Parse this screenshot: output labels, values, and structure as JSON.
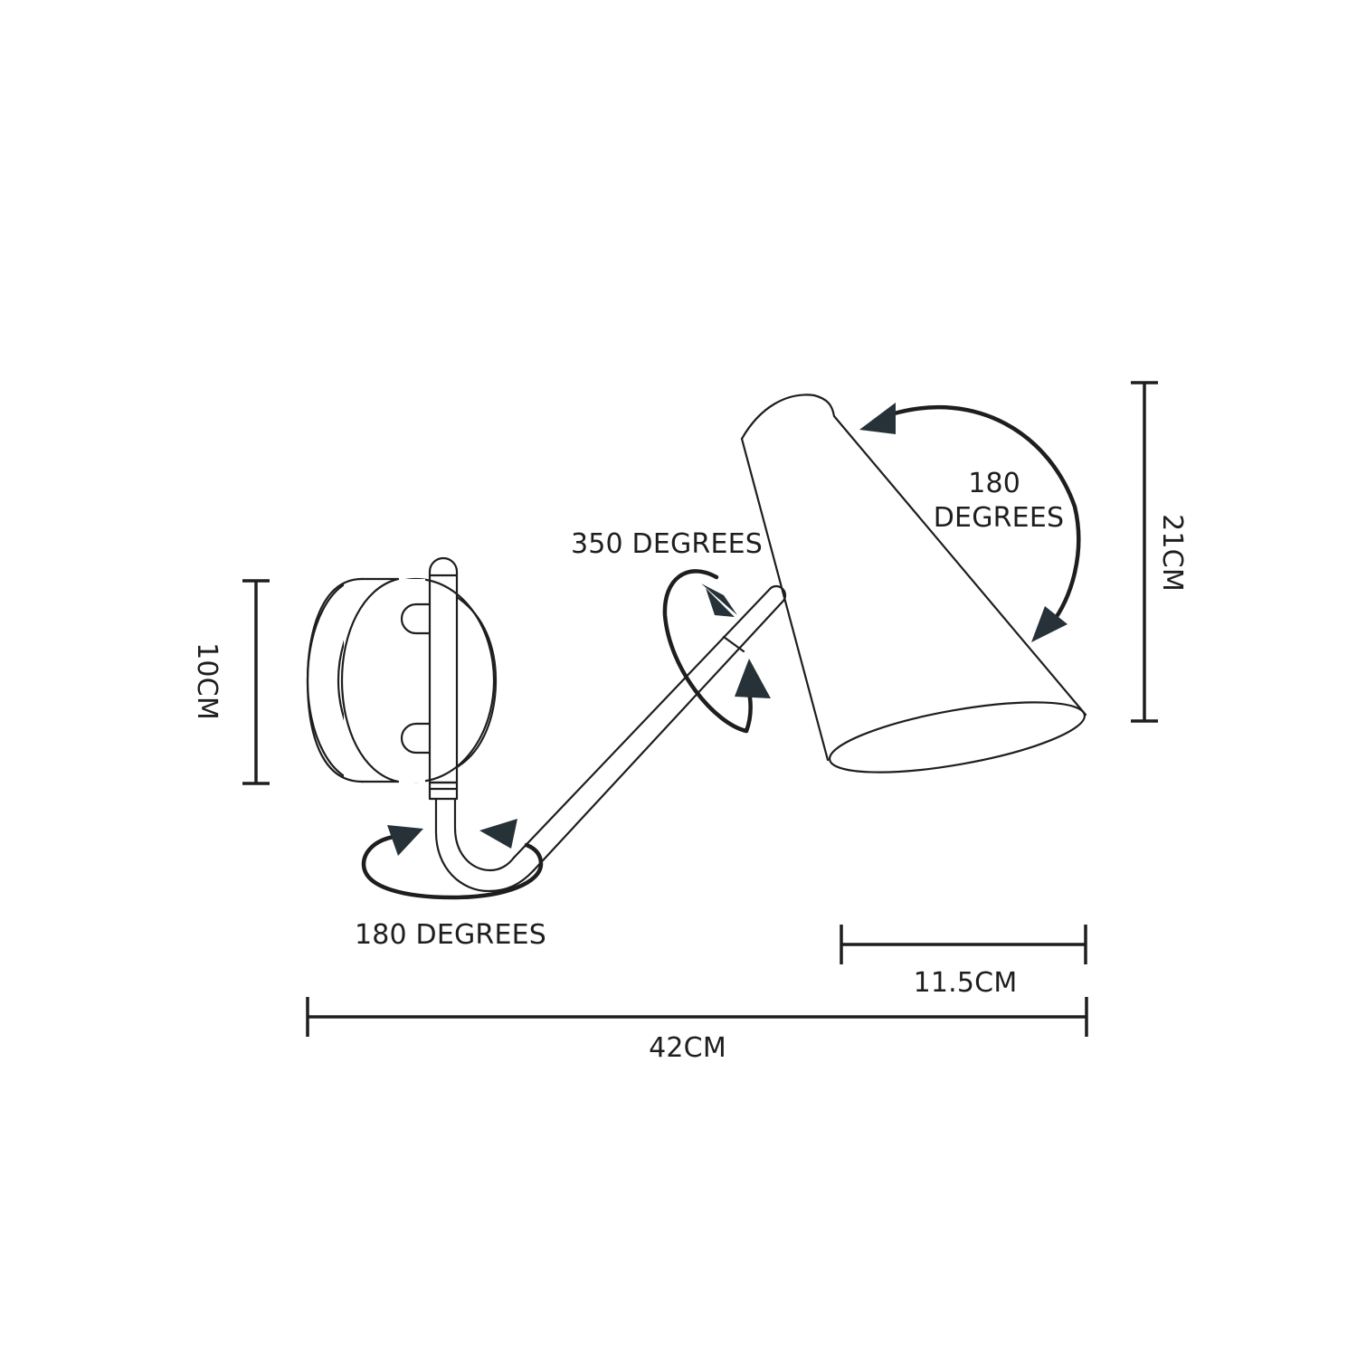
{
  "rotations": {
    "head": "180\nDEGREES",
    "arm_joint": "350 DEGREES",
    "base": "180 DEGREES"
  },
  "dimensions": {
    "backplate_height": "10CM",
    "shade_height": "21CM",
    "shade_width": "11.5CM",
    "total_length": "42CM"
  },
  "colors": {
    "line": "#1e1e1e",
    "arrow": "#263138",
    "background": "#ffffff"
  }
}
